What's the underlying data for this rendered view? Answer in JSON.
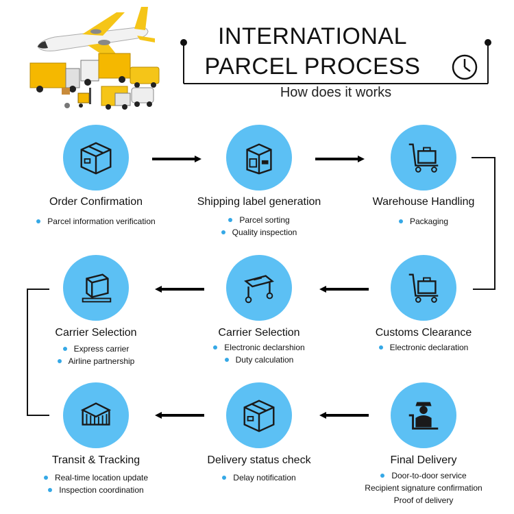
{
  "header": {
    "title_line1": "INTERNATIONAL",
    "title_line2": "PARCEL PROCESS",
    "subtitle": "How does it works",
    "clock_icon": "clock-icon"
  },
  "colors": {
    "circle": "#5cc0f4",
    "bullet": "#35a8e6",
    "text": "#111111",
    "accent_yellow": "#f5c518"
  },
  "steps": [
    {
      "title": "Order Confirmation",
      "icon": "box-icon",
      "bullets": [
        "Parcel information verification"
      ]
    },
    {
      "title": "Shipping label generation",
      "icon": "label-machine-icon",
      "bullets": [
        "Parcel sorting",
        "Quality inspection"
      ]
    },
    {
      "title": "Warehouse Handling",
      "icon": "luggage-cart-icon",
      "bullets": [
        "Packaging"
      ]
    },
    {
      "title": "Customs Clearance",
      "icon": "luggage-cart-icon",
      "bullets": [
        "Electronic declaration"
      ]
    },
    {
      "title": "Carrier Selection",
      "icon": "conveyor-icon",
      "bullets": [
        "Electronic declarshion",
        "Duty calculation"
      ]
    },
    {
      "title": "Carrier Selection",
      "icon": "pallet-box-icon",
      "bullets": [
        "Express carrier",
        "Airline partnership"
      ]
    },
    {
      "title": "Transit & Tracking",
      "icon": "container-icon",
      "bullets": [
        "Real-time location update",
        "Inspection coordination"
      ]
    },
    {
      "title": "Delivery status check",
      "icon": "box-icon",
      "bullets": [
        "Delay notification"
      ]
    },
    {
      "title": "Final Delivery",
      "icon": "customs-officer-icon",
      "bullets": [
        "Door-to-door service",
        "Recipient signature confirmation",
        "Proof of delivery"
      ]
    }
  ]
}
